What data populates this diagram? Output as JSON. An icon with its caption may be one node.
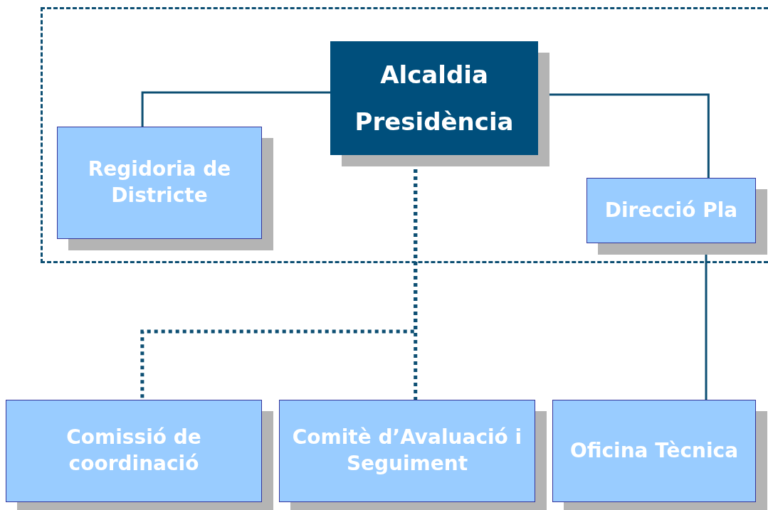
{
  "diagram": {
    "nodes": [
      {
        "text": [],
        "shape": "box"
      },
      {
        "text": [
          "Alcaldia Presidència"
        ],
        "in": 0
      },
      {
        "text": [
          "Regidoria de Districte"
        ],
        "in": 0
      },
      {
        "text": [
          "Direcció Pla"
        ],
        "in": 0
      },
      {
        "text": [
          "Comissió de coordinació"
        ]
      },
      {
        "text": [
          "Comitè d’Avaluació i Seguiment"
        ]
      },
      {
        "text": [
          "Oficina Tècnica"
        ]
      }
    ],
    "edges": [
      {
        "from": 1,
        "to": 2,
        "arrow": "none"
      },
      {
        "from": 1,
        "to": 3,
        "arrow": "none"
      },
      {
        "from": 1,
        "to": 5,
        "arrow": "none",
        "style": "dashed"
      },
      {
        "from": 1,
        "to": 4,
        "arrow": "none",
        "style": "dashed"
      },
      {
        "from": 3,
        "to": 6,
        "arrow": "none"
      }
    ]
  }
}
